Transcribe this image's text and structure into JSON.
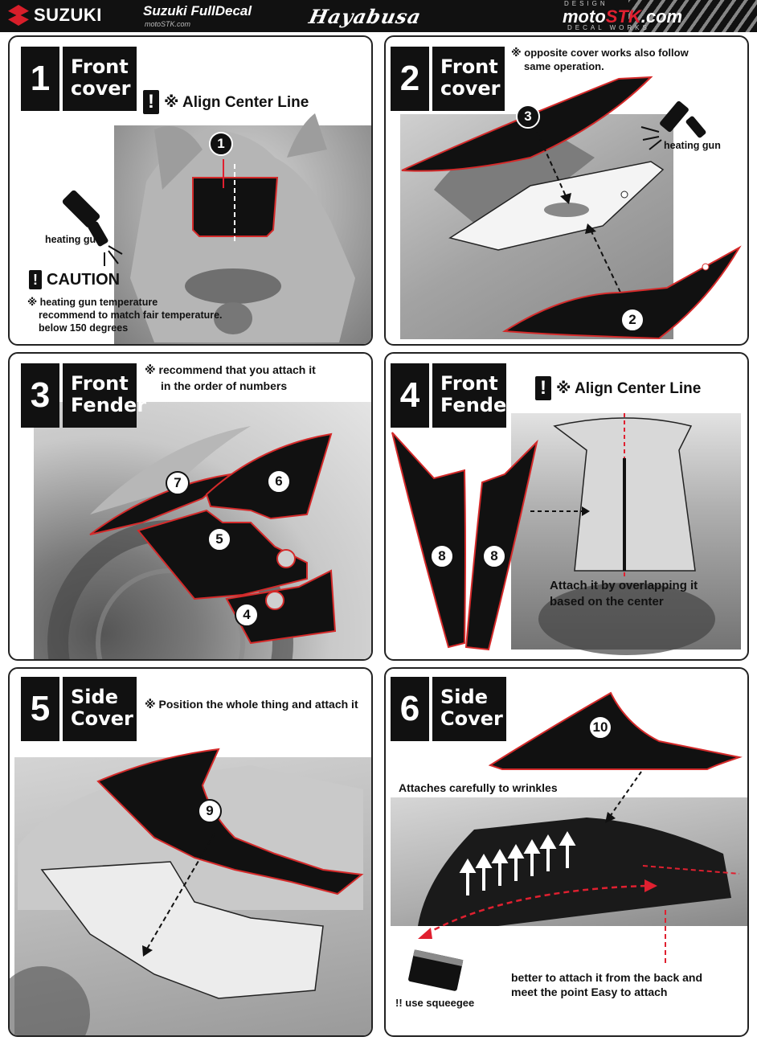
{
  "header": {
    "brand": "SUZUKI",
    "subtitle": "Suzuki  FullDecal",
    "url": "motoSTK.com",
    "model": "Hayabusa",
    "design_tag": "DESIGN",
    "site_main": "moto",
    "site_accent": "STK",
    "site_suffix": ".com",
    "decal_tag": "DECAL WORKS"
  },
  "panels": [
    {
      "step": "1",
      "title_line1": "Front",
      "title_line2": "cover",
      "align_note": "※ Align Center Line",
      "heating_gun": "heating gun",
      "caution_title": "CAUTION",
      "caution_text_1": "※ heating gun temperature",
      "caution_text_2": "recommend to match fair temperature.",
      "caution_text_3": "below 150 degrees",
      "decals": [
        "1"
      ]
    },
    {
      "step": "2",
      "title_line1": "Front",
      "title_line2": "cover",
      "note_1": "※ opposite cover works also follow",
      "note_2": "same operation.",
      "heating_gun": "heating gun",
      "decals": [
        "3",
        "2"
      ]
    },
    {
      "step": "3",
      "title_line1": "Front",
      "title_line2": "Fender",
      "note_1": "※ recommend that you attach it",
      "note_2": "in the order of numbers",
      "decals": [
        "7",
        "6",
        "5",
        "4"
      ]
    },
    {
      "step": "4",
      "title_line1": "Front",
      "title_line2": "Fender",
      "align_note": "※ Align Center Line",
      "attach_1": "Attach it by overlapping it",
      "attach_2": "based on the center",
      "decals": [
        "8",
        "8"
      ]
    },
    {
      "step": "5",
      "title_line1": "Side",
      "title_line2": "Cover",
      "note": "※ Position the whole thing and attach it",
      "decals": [
        "9"
      ]
    },
    {
      "step": "6",
      "title_line1": "Side",
      "title_line2": "Cover",
      "wrinkle_note": "Attaches carefully to wrinkles",
      "squeegee": "!! use squeegee",
      "back_1": "better to attach it from the back and",
      "back_2": "meet the point Easy to attach",
      "decals": [
        "10"
      ]
    }
  ],
  "colors": {
    "decal_fill": "#111111",
    "decal_outline": "#d42a2a",
    "guide_line": "#e02030"
  },
  "icons": [
    "warning-icon",
    "heating-gun-icon",
    "arrow-icon",
    "squeegee-icon"
  ]
}
